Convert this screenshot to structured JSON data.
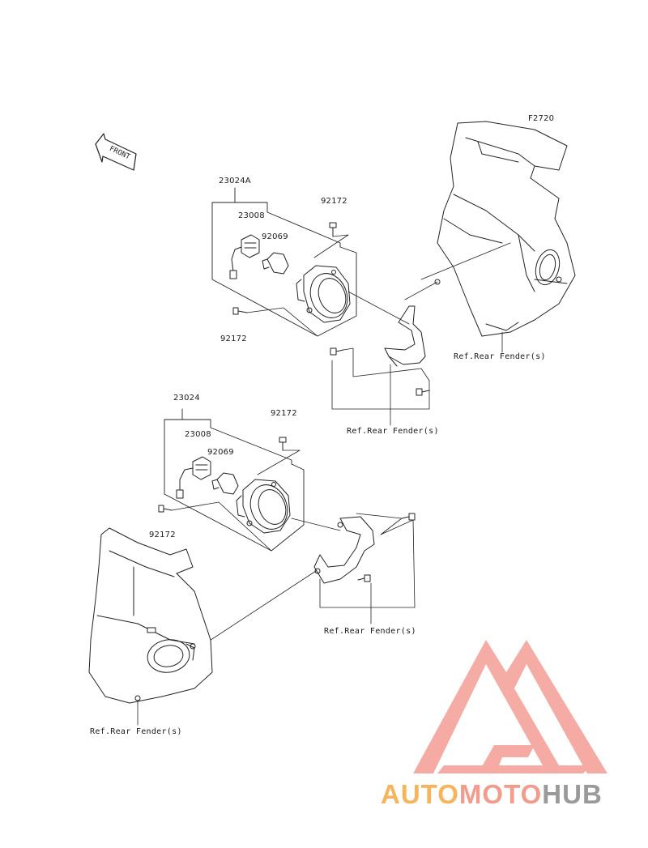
{
  "diagram": {
    "ref_code": "F2720",
    "front_arrow_text": "FRONT",
    "part_labels": {
      "upper_assembly": "23024A",
      "upper_socket": "23008",
      "upper_bulb": "92069",
      "upper_bolt_top": "92172",
      "upper_bolt_left": "92172",
      "lower_assembly": "23024",
      "lower_socket": "23008",
      "lower_bulb": "92069",
      "lower_bolt_top": "92172",
      "lower_bolt_left": "92172"
    },
    "ref_labels": {
      "upper_right": "Ref.Rear Fender(s)",
      "upper_mid": "Ref.Rear Fender(s)",
      "lower_mid": "Ref.Rear Fender(s)",
      "lower_left": "Ref.Rear Fender(s)"
    }
  },
  "watermark": {
    "part_a": "AUTO",
    "part_b": "MOTO",
    "part_c": "HUB",
    "colors": {
      "auto": "#f7b45c",
      "moto": "#f39c8d",
      "hub": "#9a9a9a",
      "logo": "#f4a39a"
    }
  }
}
